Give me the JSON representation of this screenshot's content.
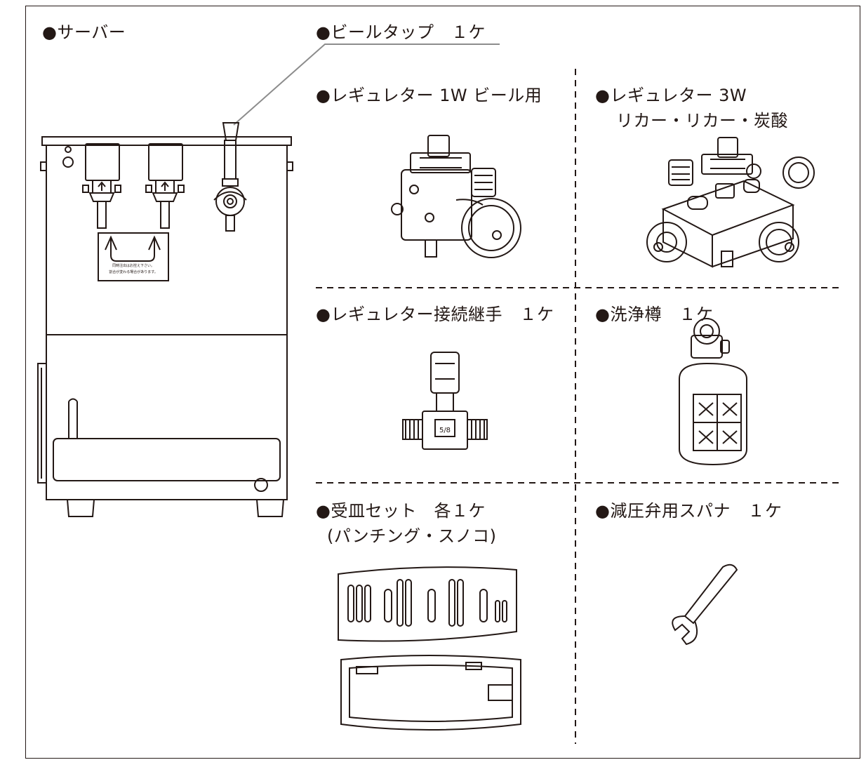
{
  "labels": {
    "server": "●サーバー",
    "beer_tap": "●ビールタップ　１ケ",
    "regulator_1w": "●レギュレター 1W ビール用",
    "regulator_3w_line1": "●レギュレター 3W",
    "regulator_3w_line2": "リカー・リカー・炭酸",
    "regulator_joint": "●レギュレター接続継手　１ケ",
    "wash_keg": "●洗浄樽　１ケ",
    "drip_tray_line1": "●受皿セット　各１ケ",
    "drip_tray_line2": "(パンチング・スノコ)",
    "spanner": "●減圧弁用スパナ　１ケ"
  },
  "server_panel_text": [
    "同時注出はお控え下さい。",
    "割合が変わる場合があります。"
  ],
  "fitting_marking": "5/8",
  "colors": {
    "line": "#231815",
    "leader": "#8c8c8c",
    "background": "#ffffff"
  }
}
